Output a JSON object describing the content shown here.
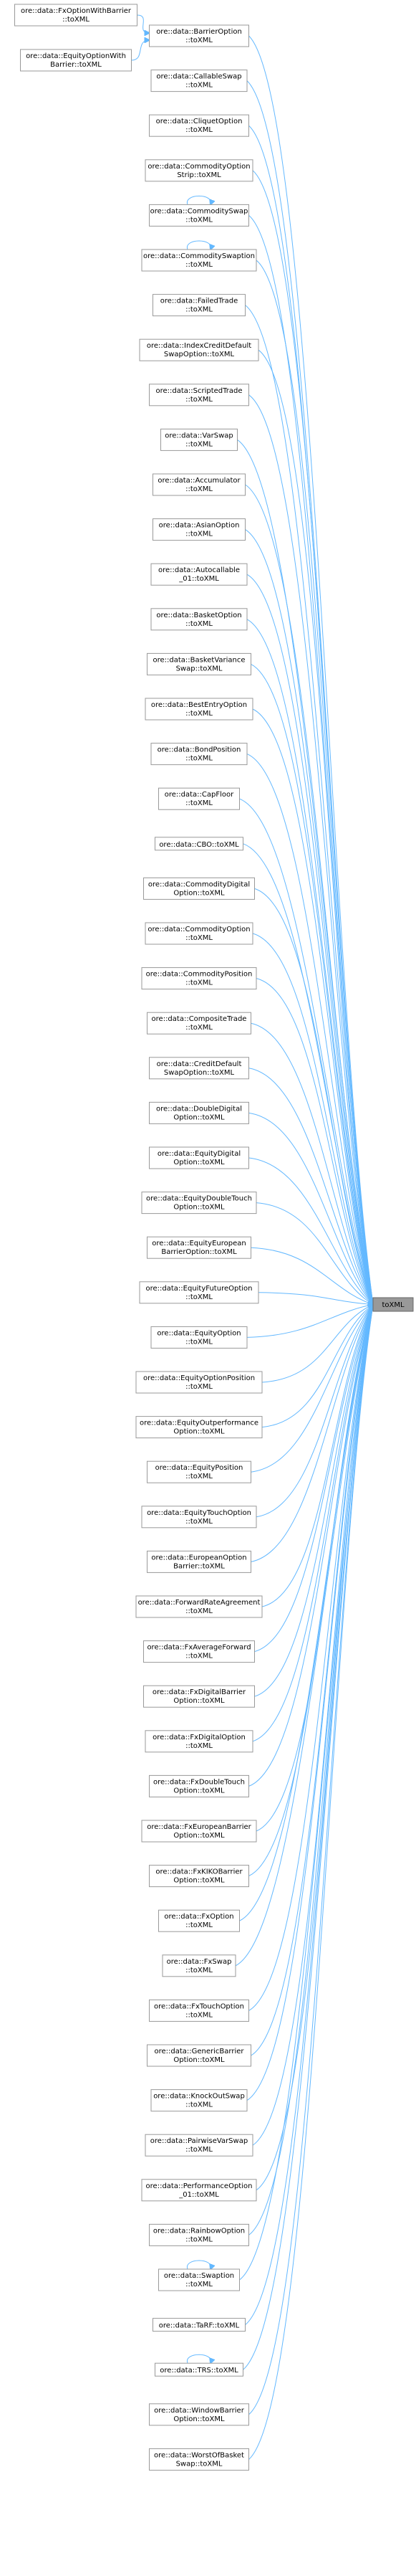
{
  "graph": {
    "target": "toXML",
    "colors": {
      "edge": "#63b8ff",
      "node_border": "#999999",
      "target_fill": "#999999"
    },
    "extra_callers": [
      {
        "lines": [
          "ore::data::FxOptionWithBarrier",
          "::toXML"
        ],
        "calls": "ore::data::BarrierOption::toXML"
      },
      {
        "lines": [
          "ore::data::EquityOptionWith",
          "Barrier::toXML"
        ],
        "calls": "ore::data::BarrierOption::toXML"
      }
    ],
    "callers": [
      {
        "lines": [
          "ore::data::BarrierOption",
          "::toXML"
        ],
        "self": false
      },
      {
        "lines": [
          "ore::data::CallableSwap",
          "::toXML"
        ],
        "self": false
      },
      {
        "lines": [
          "ore::data::CliquetOption",
          "::toXML"
        ],
        "self": false
      },
      {
        "lines": [
          "ore::data::CommodityOption",
          "Strip::toXML"
        ],
        "self": false
      },
      {
        "lines": [
          "ore::data::CommoditySwap",
          "::toXML"
        ],
        "self": true
      },
      {
        "lines": [
          "ore::data::CommoditySwaption",
          "::toXML"
        ],
        "self": true
      },
      {
        "lines": [
          "ore::data::FailedTrade",
          "::toXML"
        ],
        "self": false
      },
      {
        "lines": [
          "ore::data::IndexCreditDefault",
          "SwapOption::toXML"
        ],
        "self": false
      },
      {
        "lines": [
          "ore::data::ScriptedTrade",
          "::toXML"
        ],
        "self": false
      },
      {
        "lines": [
          "ore::data::VarSwap",
          "::toXML"
        ],
        "self": false
      },
      {
        "lines": [
          "ore::data::Accumulator",
          "::toXML"
        ],
        "self": false
      },
      {
        "lines": [
          "ore::data::AsianOption",
          "::toXML"
        ],
        "self": false
      },
      {
        "lines": [
          "ore::data::Autocallable",
          "_01::toXML"
        ],
        "self": false
      },
      {
        "lines": [
          "ore::data::BasketOption",
          "::toXML"
        ],
        "self": false
      },
      {
        "lines": [
          "ore::data::BasketVariance",
          "Swap::toXML"
        ],
        "self": false
      },
      {
        "lines": [
          "ore::data::BestEntryOption",
          "::toXML"
        ],
        "self": false
      },
      {
        "lines": [
          "ore::data::BondPosition",
          "::toXML"
        ],
        "self": false
      },
      {
        "lines": [
          "ore::data::CapFloor",
          "::toXML"
        ],
        "self": false
      },
      {
        "lines": [
          "ore::data::CBO::toXML"
        ],
        "self": false
      },
      {
        "lines": [
          "ore::data::CommodityDigital",
          "Option::toXML"
        ],
        "self": false
      },
      {
        "lines": [
          "ore::data::CommodityOption",
          "::toXML"
        ],
        "self": false
      },
      {
        "lines": [
          "ore::data::CommodityPosition",
          "::toXML"
        ],
        "self": false
      },
      {
        "lines": [
          "ore::data::CompositeTrade",
          "::toXML"
        ],
        "self": false
      },
      {
        "lines": [
          "ore::data::CreditDefault",
          "SwapOption::toXML"
        ],
        "self": false
      },
      {
        "lines": [
          "ore::data::DoubleDigital",
          "Option::toXML"
        ],
        "self": false
      },
      {
        "lines": [
          "ore::data::EquityDigital",
          "Option::toXML"
        ],
        "self": false
      },
      {
        "lines": [
          "ore::data::EquityDoubleTouch",
          "Option::toXML"
        ],
        "self": false
      },
      {
        "lines": [
          "ore::data::EquityEuropean",
          "BarrierOption::toXML"
        ],
        "self": false
      },
      {
        "lines": [
          "ore::data::EquityFutureOption",
          "::toXML"
        ],
        "self": false
      },
      {
        "lines": [
          "ore::data::EquityOption",
          "::toXML"
        ],
        "self": false
      },
      {
        "lines": [
          "ore::data::EquityOptionPosition",
          "::toXML"
        ],
        "self": false
      },
      {
        "lines": [
          "ore::data::EquityOutperformance",
          "Option::toXML"
        ],
        "self": false
      },
      {
        "lines": [
          "ore::data::EquityPosition",
          "::toXML"
        ],
        "self": false
      },
      {
        "lines": [
          "ore::data::EquityTouchOption",
          "::toXML"
        ],
        "self": false
      },
      {
        "lines": [
          "ore::data::EuropeanOption",
          "Barrier::toXML"
        ],
        "self": false
      },
      {
        "lines": [
          "ore::data::ForwardRateAgreement",
          "::toXML"
        ],
        "self": false
      },
      {
        "lines": [
          "ore::data::FxAverageForward",
          "::toXML"
        ],
        "self": false
      },
      {
        "lines": [
          "ore::data::FxDigitalBarrier",
          "Option::toXML"
        ],
        "self": false
      },
      {
        "lines": [
          "ore::data::FxDigitalOption",
          "::toXML"
        ],
        "self": false
      },
      {
        "lines": [
          "ore::data::FxDoubleTouch",
          "Option::toXML"
        ],
        "self": false
      },
      {
        "lines": [
          "ore::data::FxEuropeanBarrier",
          "Option::toXML"
        ],
        "self": false
      },
      {
        "lines": [
          "ore::data::FxKIKOBarrier",
          "Option::toXML"
        ],
        "self": false
      },
      {
        "lines": [
          "ore::data::FxOption",
          "::toXML"
        ],
        "self": false
      },
      {
        "lines": [
          "ore::data::FxSwap",
          "::toXML"
        ],
        "self": false
      },
      {
        "lines": [
          "ore::data::FxTouchOption",
          "::toXML"
        ],
        "self": false
      },
      {
        "lines": [
          "ore::data::GenericBarrier",
          "Option::toXML"
        ],
        "self": false
      },
      {
        "lines": [
          "ore::data::KnockOutSwap",
          "::toXML"
        ],
        "self": false
      },
      {
        "lines": [
          "ore::data::PairwiseVarSwap",
          "::toXML"
        ],
        "self": false
      },
      {
        "lines": [
          "ore::data::PerformanceOption",
          "_01::toXML"
        ],
        "self": false
      },
      {
        "lines": [
          "ore::data::RainbowOption",
          "::toXML"
        ],
        "self": false
      },
      {
        "lines": [
          "ore::data::Swaption",
          "::toXML"
        ],
        "self": true
      },
      {
        "lines": [
          "ore::data::TaRF::toXML"
        ],
        "self": false
      },
      {
        "lines": [
          "ore::data::TRS::toXML"
        ],
        "self": true
      },
      {
        "lines": [
          "ore::data::WindowBarrier",
          "Option::toXML"
        ],
        "self": false
      },
      {
        "lines": [
          "ore::data::WorstOfBasket",
          "Swap::toXML"
        ],
        "self": false
      }
    ]
  }
}
